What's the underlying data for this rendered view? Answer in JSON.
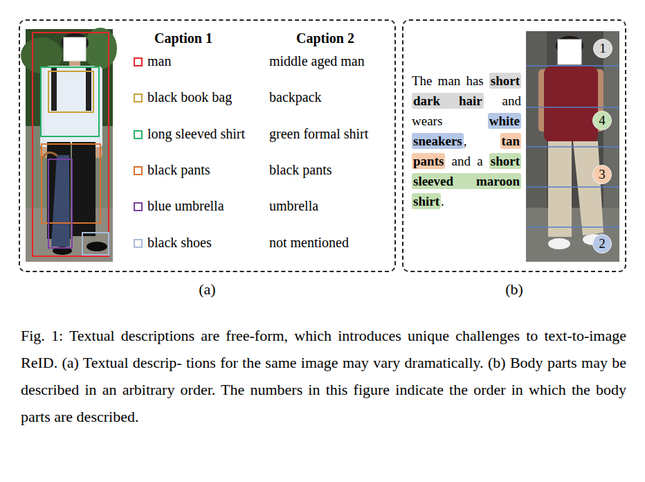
{
  "diagram": {
    "caption": "Fig. 1: Textual descriptions are free-form, which introduces unique challenges to text-to-image ReID. (a) Textual descrip- tions for the same image may vary dramatically. (b) Body parts may be described in an arbitrary order. The numbers in this figure indicate the order in which the body parts are described.",
    "nodes": [
      {
        "text": [
          "(a)"
        ]
      },
      {
        "text": [
          "(b)"
        ]
      },
      {
        "text": [
          "short dark hair"
        ],
        "in": 1
      },
      {
        "text": [
          "white sneakers"
        ],
        "in": 1
      },
      {
        "text": [
          "tan pants"
        ],
        "in": 1
      },
      {
        "text": [
          "short sleeved maroon shirt"
        ],
        "in": 1
      },
      {
        "text": [
          "1"
        ],
        "in": 1
      },
      {
        "text": [
          "4"
        ],
        "in": 1
      },
      {
        "text": [
          "3"
        ],
        "in": 1
      },
      {
        "text": [
          "2"
        ],
        "in": 1
      }
    ],
    "labels": [
      "Caption 1",
      "Caption 2",
      "middle aged man",
      "backpack",
      "green formal shirt",
      "black pants",
      "umbrella",
      "not mentioned",
      "The man has",
      "and wears",
      ",",
      "and a",
      "."
    ],
    "legend": [
      {
        "text": "man",
        "color": "#e8262b"
      },
      {
        "text": "black book bag",
        "color": "#c9a03a"
      },
      {
        "text": "long sleeved shirt",
        "color": "#27b36b"
      },
      {
        "text": "black pants",
        "color": "#d9732f"
      },
      {
        "text": "blue umbrella",
        "color": "#7b3fa6"
      },
      {
        "text": "black shoes",
        "color": "#a7bcd9"
      }
    ]
  }
}
